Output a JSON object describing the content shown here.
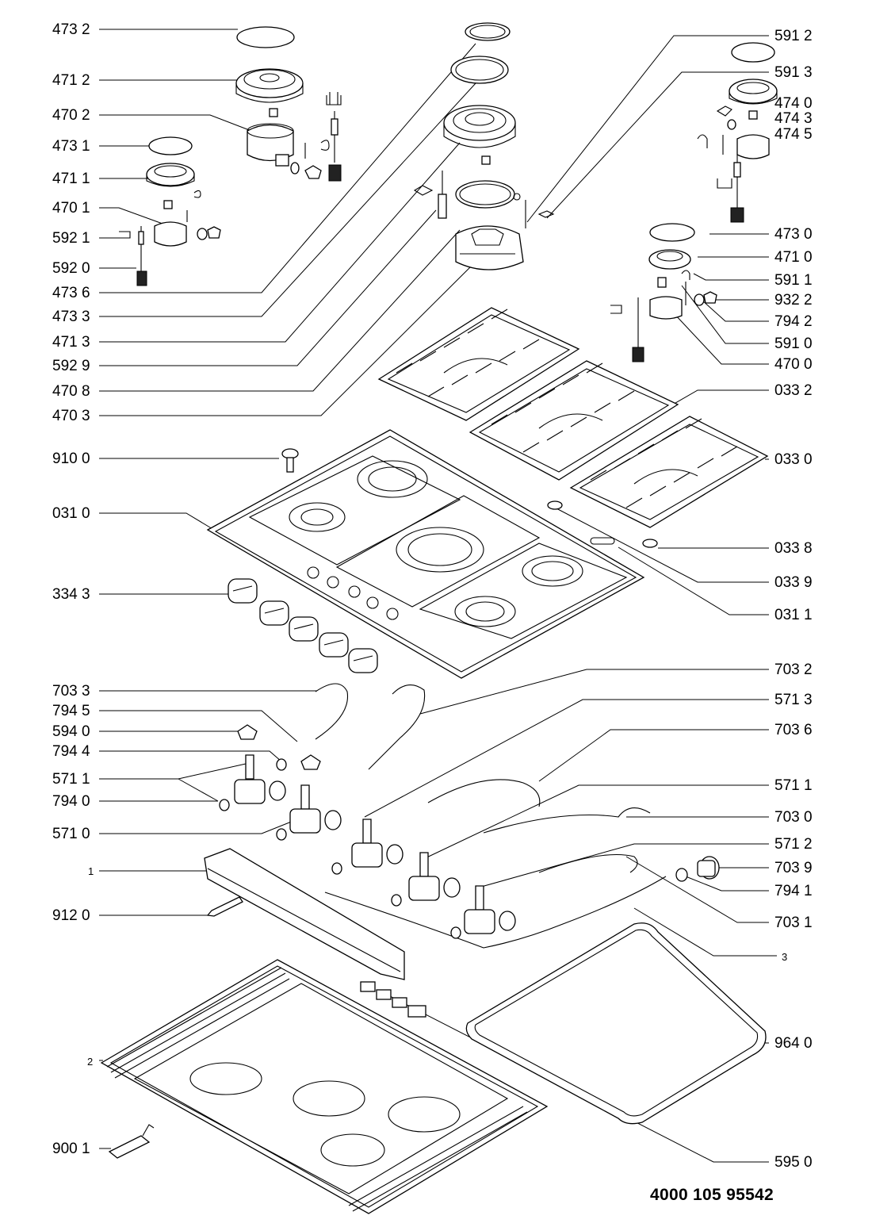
{
  "document_number": "4000 105 95542",
  "labels_left": [
    "473 2",
    "471 2",
    "470 2",
    "473 1",
    "471 1",
    "470 1",
    "592 1",
    "592 0",
    "473 6",
    "473 3",
    "471 3",
    "592 9",
    "470 8",
    "470 3",
    "910 0",
    "031 0",
    "334 3",
    "703 3",
    "794 5",
    "594 0",
    "794 4",
    "571 1",
    "794 0",
    "571 0",
    "1",
    "912 0",
    "2",
    "900 1"
  ],
  "labels_right": [
    "591 2",
    "591 3",
    "474 0",
    "474 3",
    "474 5",
    "473 0",
    "471 0",
    "591 1",
    "932 2",
    "794 2",
    "591 0",
    "470 0",
    "033 2",
    "033 0",
    "033 8",
    "033 9",
    "031 1",
    "703 2",
    "571 3",
    "703 6",
    "571 1",
    "703 0",
    "571 2",
    "703 9",
    "794 1",
    "703 1",
    "3",
    "964 0",
    "595 0"
  ]
}
